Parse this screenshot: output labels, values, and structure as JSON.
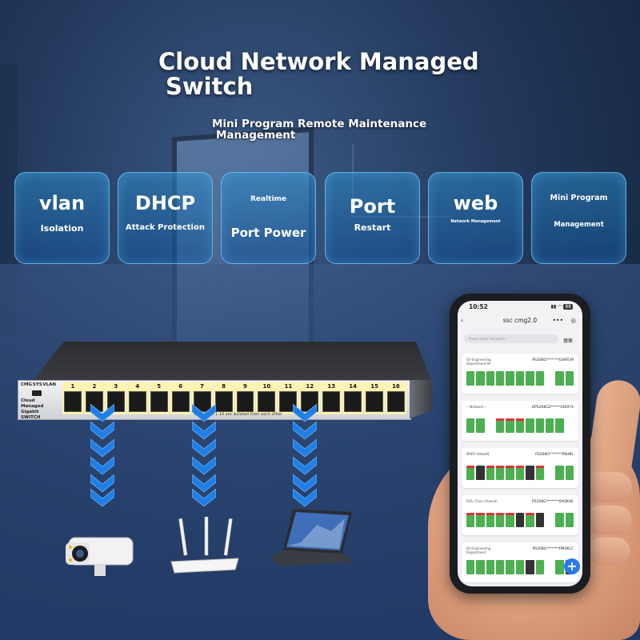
{
  "header": {
    "title_line1": "Cloud Network Managed",
    "title_line2": "Switch",
    "subtitle_line1": "Mini Program Remote Maintenance",
    "subtitle_line2": "Management"
  },
  "features": [
    {
      "big": "vlan",
      "small": "Isolation"
    },
    {
      "big": "DHCP",
      "small": "Attack Protection"
    },
    {
      "top": "Realtime",
      "mid": "Port Power"
    },
    {
      "big": "Port",
      "small": "Restart"
    },
    {
      "big": "web",
      "tiny": "Network Management"
    },
    {
      "top": "Mini Program",
      "small": "Management"
    }
  ],
  "switch": {
    "led_labels": [
      "CMG",
      "SYS",
      "VLAN"
    ],
    "model_line1": "Cloud Managed",
    "model_line2": "Gigabit SWITCH",
    "port_numbers": [
      "1",
      "2",
      "3",
      "4",
      "5",
      "6",
      "7",
      "8",
      "9",
      "10",
      "11",
      "12",
      "13",
      "14",
      "15",
      "16"
    ],
    "note": "Vlan Ports 1-14 are isolated from each other"
  },
  "devices": [
    "camera-icon",
    "router-icon",
    "laptop-icon"
  ],
  "colors": {
    "arrow": "#1f7fe6",
    "card_border": "#78c8ff",
    "port_active": "#4caf50"
  },
  "phone": {
    "time": "10:52",
    "battery": "88",
    "app_title": "ssc cmg2.0",
    "search_placeholder": "Please Enter Keywords",
    "search_button": "搜索",
    "cards": [
      {
        "name": "05-Engineering Department All",
        "model": "PS208G*******G4XR39"
      },
      {
        "name": "---Network---",
        "model": "GPS208G2*****100074"
      },
      {
        "name": "MSEP VideoHE",
        "model": "PS208G*******P8UBL"
      },
      {
        "name": "05A- Chen Channel",
        "model": "PS208G*******0XQKHE"
      },
      {
        "name": "04 Engineering Department",
        "model": "PS208G*******PM3KLC"
      }
    ]
  }
}
